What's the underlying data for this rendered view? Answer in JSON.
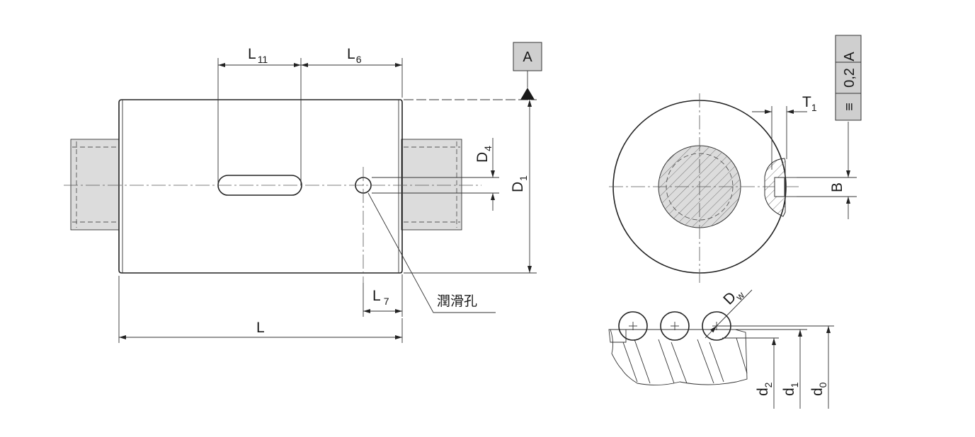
{
  "labels": {
    "L11": {
      "main": "L",
      "sub": "11"
    },
    "L6": {
      "main": "L",
      "sub": "6"
    },
    "L7": {
      "main": "L",
      "sub": "7"
    },
    "L": "L",
    "D4": {
      "main": "D",
      "sub": "4"
    },
    "D1": {
      "main": "D",
      "sub": "1"
    },
    "T1": {
      "main": "T",
      "sub": "1"
    },
    "B": "B",
    "Dw": {
      "main": "D",
      "sub": "w"
    },
    "d2": {
      "main": "d",
      "sub": "2"
    },
    "d1": {
      "main": "d",
      "sub": "1"
    },
    "d0": {
      "main": "d",
      "sub": "0"
    },
    "lube_hole": "潤滑孔"
  },
  "datum": {
    "letter": "A"
  },
  "tolerance_frame": {
    "symbol": "≡",
    "value": "0,2",
    "datum": "A"
  },
  "colors": {
    "line": "#222222",
    "shaft_fill": "#dcdcdc",
    "datum_box_fill": "#cfcfcf",
    "hatch": "#777777"
  }
}
